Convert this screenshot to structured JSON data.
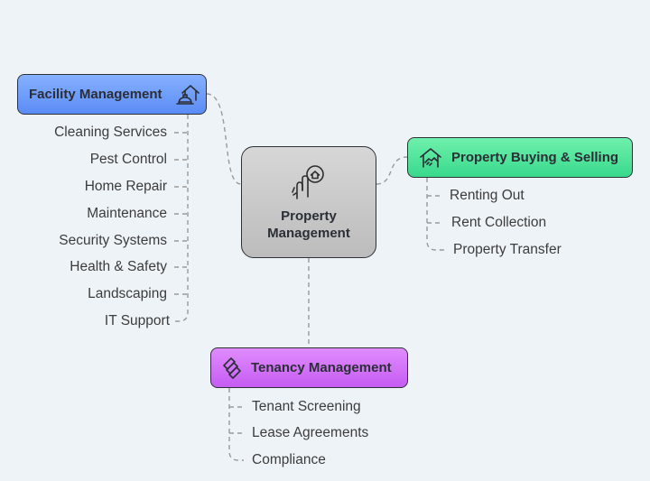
{
  "center": {
    "line1": "Property",
    "line2": "Management"
  },
  "facility": {
    "title": "Facility Management",
    "items": [
      "Cleaning Services",
      "Pest Control",
      "Home Repair",
      "Maintenance",
      "Security Systems",
      "Health & Safety",
      "Landscaping",
      "IT Support"
    ]
  },
  "buying": {
    "title": "Property Buying & Selling",
    "items": [
      "Renting Out",
      "Rent Collection",
      "Property Transfer"
    ]
  },
  "tenancy": {
    "title": "Tenancy Management",
    "items": [
      "Tenant Screening",
      "Lease Agreements",
      "Compliance"
    ]
  },
  "colors": {
    "facility": "#6b99fb",
    "buying": "#4fe39b",
    "tenancy": "#d274f8",
    "center": "#c9c9c9",
    "connector": "#9a9a9a"
  }
}
